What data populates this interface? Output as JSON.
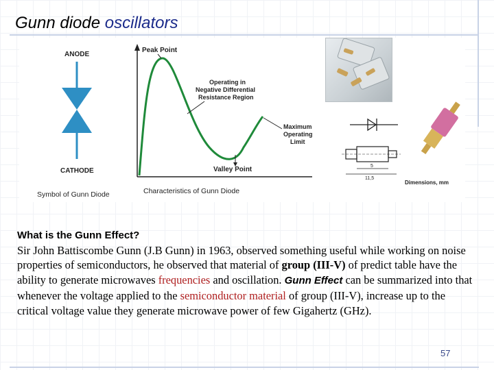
{
  "slide": {
    "title_part1": "Gunn diode ",
    "title_part2": "oscillators",
    "page_number": "57"
  },
  "symbol": {
    "anode_label": "ANODE",
    "cathode_label": "CATHODE",
    "caption": "Symbol of Gunn Diode"
  },
  "characteristics": {
    "peak_label": "Peak Point",
    "ndr_line1": "Operating in",
    "ndr_line2": "Negative Differential",
    "ndr_line3": "Resistance Region",
    "max_line1": "Maximum",
    "max_line2": "Operating",
    "max_line3": "Limit",
    "valley_label": "Valley Point",
    "caption": "Characteristics of Gunn Diode"
  },
  "package_drawing": {
    "dimension_small": "5",
    "dimension_large": "11,5",
    "dimensions_label": "Dimensions, mm"
  },
  "body_text": {
    "question": "What is the Gunn Effect?",
    "p1": "Sir John Battiscombe Gunn (J.B Gunn) in 1963, observed something useful while working on noise properties of semiconductors, he observed that material of ",
    "group": "group (III-V)",
    "p2": " of predict table have the ability to generate microwaves ",
    "frequencies_link": "frequencies",
    "p3": " and oscillation. ",
    "gunn_effect": "Gunn Effect",
    "p4": " can be summarized into that whenever the voltage applied to the ",
    "semiconductor_link": "semiconductor material",
    "p5": " of group (III-V), increase up to the critical voltage value they generate microwave power of few Gigahertz (GHz)."
  },
  "colors": {
    "symbol_fill": "#2e8fc4",
    "curve": "#1f8a3a",
    "link_text": "#b02020",
    "title_accent": "#1a2a8a"
  }
}
